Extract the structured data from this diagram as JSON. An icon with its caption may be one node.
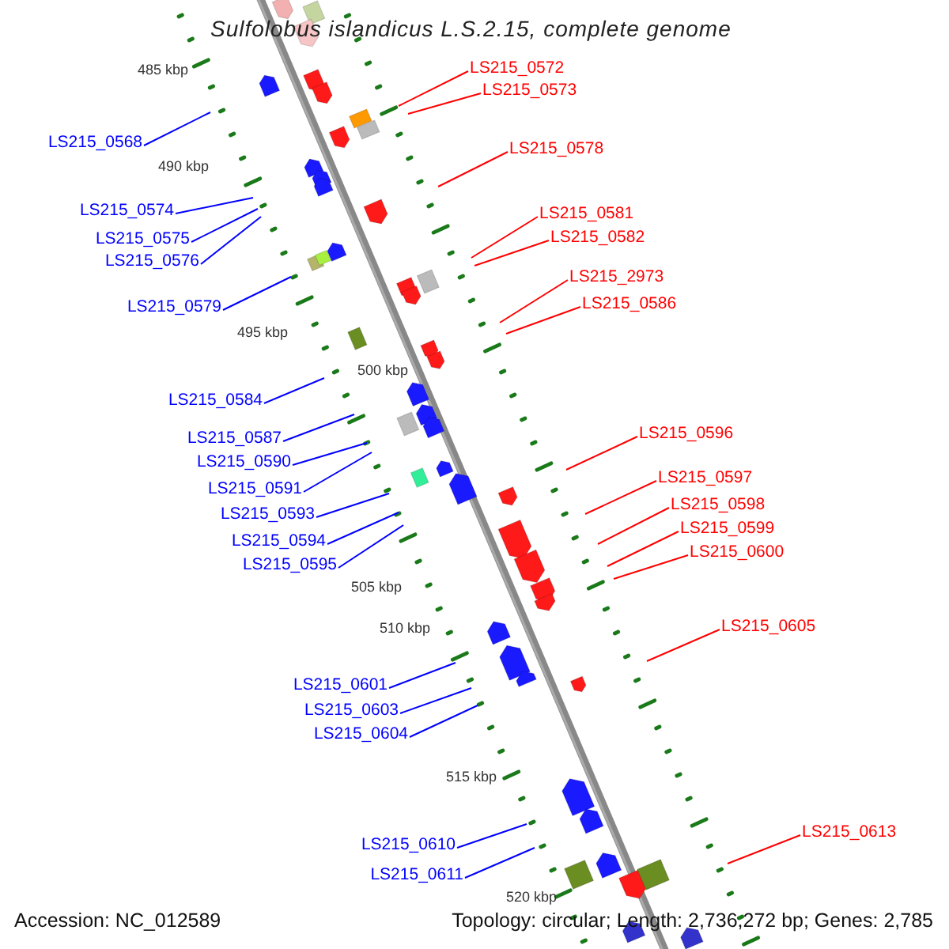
{
  "diagram": {
    "title": "Sulfolobus islandicus L.S.2.15, complete genome",
    "nodes": [
      {
        "text": [
          "LS215_0572"
        ]
      },
      {
        "text": [
          "LS215_0573"
        ]
      },
      {
        "text": [
          "LS215_0568"
        ]
      },
      {
        "text": [
          "LS215_0578"
        ]
      },
      {
        "text": [
          "LS215_0574"
        ]
      },
      {
        "text": [
          "LS215_0581"
        ]
      },
      {
        "text": [
          "LS215_0582"
        ]
      },
      {
        "text": [
          "LS215_0575"
        ]
      },
      {
        "text": [
          "LS215_0576"
        ]
      },
      {
        "text": [
          "LS215_2973"
        ]
      },
      {
        "text": [
          "LS215_0586"
        ]
      },
      {
        "text": [
          "LS215_0579"
        ]
      },
      {
        "text": [
          "LS215_0584"
        ]
      },
      {
        "text": [
          "LS215_0596"
        ]
      },
      {
        "text": [
          "LS215_0587"
        ]
      },
      {
        "text": [
          "LS215_0590"
        ]
      },
      {
        "text": [
          "LS215_0597"
        ]
      },
      {
        "text": [
          "LS215_0591"
        ]
      },
      {
        "text": [
          "LS215_0598"
        ]
      },
      {
        "text": [
          "LS215_0593"
        ]
      },
      {
        "text": [
          "LS215_0599"
        ]
      },
      {
        "text": [
          "LS215_0594"
        ]
      },
      {
        "text": [
          "LS215_0600"
        ]
      },
      {
        "text": [
          "LS215_0595"
        ]
      },
      {
        "text": [
          "LS215_0605"
        ]
      },
      {
        "text": [
          "LS215_0601"
        ]
      },
      {
        "text": [
          "LS215_0603"
        ]
      },
      {
        "text": [
          "LS215_0604"
        ]
      },
      {
        "text": [
          "LS215_0613"
        ]
      },
      {
        "text": [
          "LS215_0610"
        ]
      },
      {
        "text": [
          "LS215_0611"
        ]
      }
    ],
    "edges": [
      {
        "from": 0,
        "to": null,
        "arrow": "none",
        "color": "#ff0000"
      },
      {
        "from": 1,
        "to": null,
        "arrow": "none",
        "color": "#ff0000"
      },
      {
        "from": 2,
        "to": null,
        "arrow": "none"
      },
      {
        "from": 3,
        "to": null,
        "arrow": "none",
        "color": "#ff0000"
      },
      {
        "from": 4,
        "to": null,
        "arrow": "none"
      },
      {
        "from": 5,
        "to": null,
        "arrow": "none",
        "color": "#ff0000"
      },
      {
        "from": 6,
        "to": null,
        "arrow": "none",
        "color": "#ff0000"
      },
      {
        "from": 7,
        "to": null,
        "arrow": "none"
      },
      {
        "from": 8,
        "to": null,
        "arrow": "none"
      },
      {
        "from": 9,
        "to": null,
        "arrow": "none",
        "color": "#ff0000"
      },
      {
        "from": 10,
        "to": null,
        "arrow": "none",
        "color": "#ff0000"
      },
      {
        "from": 11,
        "to": null,
        "arrow": "none"
      },
      {
        "from": 12,
        "to": null,
        "arrow": "none"
      },
      {
        "from": 13,
        "to": null,
        "arrow": "none",
        "color": "#ff0000"
      },
      {
        "from": 14,
        "to": null,
        "arrow": "none"
      },
      {
        "from": 15,
        "to": null,
        "arrow": "none"
      },
      {
        "from": 16,
        "to": null,
        "arrow": "none",
        "color": "#ff0000"
      },
      {
        "from": 17,
        "to": null,
        "arrow": "none"
      },
      {
        "from": 18,
        "to": null,
        "arrow": "none",
        "color": "#ff0000"
      },
      {
        "from": 19,
        "to": null,
        "arrow": "none"
      },
      {
        "from": 20,
        "to": null,
        "arrow": "none",
        "color": "#ff0000"
      },
      {
        "from": 21,
        "to": null,
        "arrow": "none"
      },
      {
        "from": 22,
        "to": null,
        "arrow": "none",
        "color": "#ff0000"
      },
      {
        "from": 23,
        "to": null,
        "arrow": "none"
      },
      {
        "from": 24,
        "to": null,
        "arrow": "none",
        "color": "#ff0000"
      },
      {
        "from": 25,
        "to": null,
        "arrow": "none"
      },
      {
        "from": 26,
        "to": null,
        "arrow": "none"
      },
      {
        "from": 27,
        "to": null,
        "arrow": "none"
      },
      {
        "from": 28,
        "to": null,
        "arrow": "none",
        "color": "#ff0000"
      },
      {
        "from": 29,
        "to": null,
        "arrow": "none"
      },
      {
        "from": 30,
        "to": null,
        "arrow": "none"
      }
    ],
    "labels": [
      "485 kbp",
      "490 kbp",
      "495 kbp",
      "500 kbp",
      "505 kbp",
      "510 kbp",
      "515 kbp",
      "520 kbp",
      "Accession: NC_012589",
      "Topology: circular; Length: 2,736,272 bp; Genes: 2,785"
    ]
  }
}
